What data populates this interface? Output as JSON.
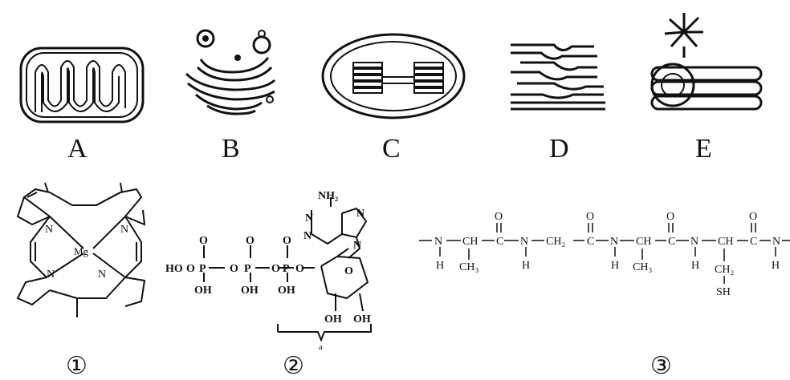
{
  "organelle_labels": [
    "A",
    "B",
    "C",
    "D",
    "E"
  ],
  "structure_numbers": [
    "①",
    "②",
    "③"
  ],
  "chlorophyll": {
    "metal": "Mg",
    "n1": "N",
    "n2": "N",
    "n3": "N",
    "n4": "N"
  },
  "atp": {
    "nh2": "NH₂",
    "n_a": "N",
    "n_b": "N",
    "n_c": "N",
    "n_d": "N",
    "ho": "HO",
    "p1": "P",
    "p2": "P",
    "p3": "P",
    "o_top1": "O",
    "o_top2": "O",
    "o_top3": "O",
    "o_br1": "O",
    "o_br2": "O",
    "o_br3": "O",
    "oh1": "OH",
    "oh2": "OH",
    "oh3": "OH",
    "ring_o": "O",
    "sugar_oh1": "OH",
    "sugar_oh2": "OH",
    "brace_label": "a"
  },
  "peptide": {
    "atoms": [
      "N",
      "CH",
      "C",
      "N",
      "CH₂",
      "C",
      "N",
      "CH",
      "C",
      "N",
      "CH",
      "C",
      "N"
    ],
    "h_labels": [
      "H",
      "H",
      "H",
      "H",
      "H"
    ],
    "o_labels": [
      "O",
      "O",
      "O",
      "O"
    ],
    "ch3_1": "CH₃",
    "ch3_2": "CH₃",
    "ch2": "CH₂",
    "sh": "SH"
  }
}
